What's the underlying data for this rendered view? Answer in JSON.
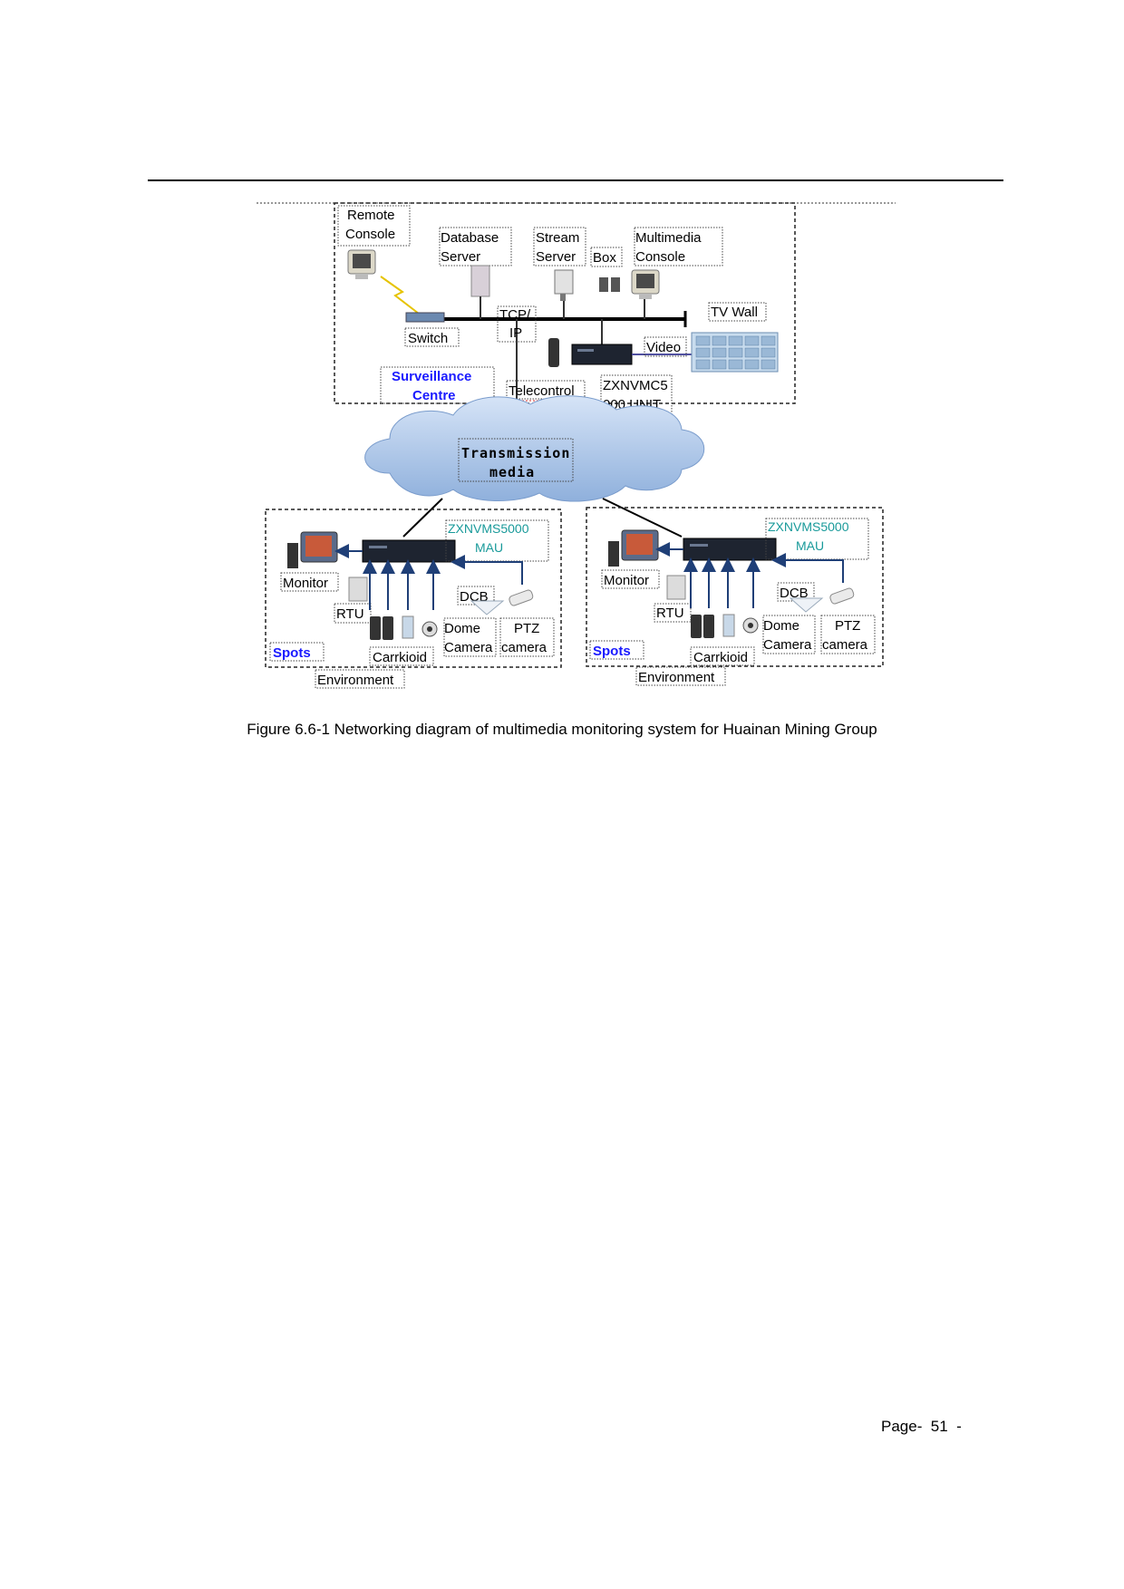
{
  "document": {
    "figure_caption": "Figure 6.6-1 Networking diagram of multimedia monitoring system for Huainan Mining Group",
    "page_number": "Page-  51  -"
  },
  "diagram": {
    "remote_console": [
      "Remote",
      "Console"
    ],
    "database_server": [
      "Database",
      "Server"
    ],
    "stream_server": [
      "Stream",
      "Server"
    ],
    "box": "Box",
    "multimedia_console": [
      "Multimedia",
      "Console"
    ],
    "tv_wall": "TV Wall",
    "switch": "Switch",
    "tcp_ip": [
      "TCP/",
      "IP"
    ],
    "video": "Video",
    "surveillance_centre": [
      "Surveillance",
      "Centre"
    ],
    "telecontrol": "Telecontrol",
    "zxnvmc": [
      "ZXNVMC5",
      "000 UNIT"
    ],
    "transmission_media": [
      "Transmission",
      "media"
    ],
    "spot_left": {
      "mau": [
        "ZXNVMS5000",
        "MAU"
      ],
      "monitor": "Monitor",
      "rtu": "RTU",
      "dcb": "DCB",
      "dome_camera": [
        "Dome",
        "Camera"
      ],
      "ptz_camera": [
        "PTZ",
        "camera"
      ],
      "spots": "Spots",
      "carrkioid": "Carrkioid",
      "environment": "Environment"
    },
    "spot_right": {
      "mau": [
        "ZXNVMS5000",
        "MAU"
      ],
      "monitor": "Monitor",
      "rtu": "RTU",
      "dcb": "DCB",
      "dome_camera": [
        "Dome",
        "Camera"
      ],
      "ptz_camera": [
        "PTZ",
        "camera"
      ],
      "spots": "Spots",
      "carrkioid": "Carrkioid",
      "environment": "Environment"
    }
  }
}
